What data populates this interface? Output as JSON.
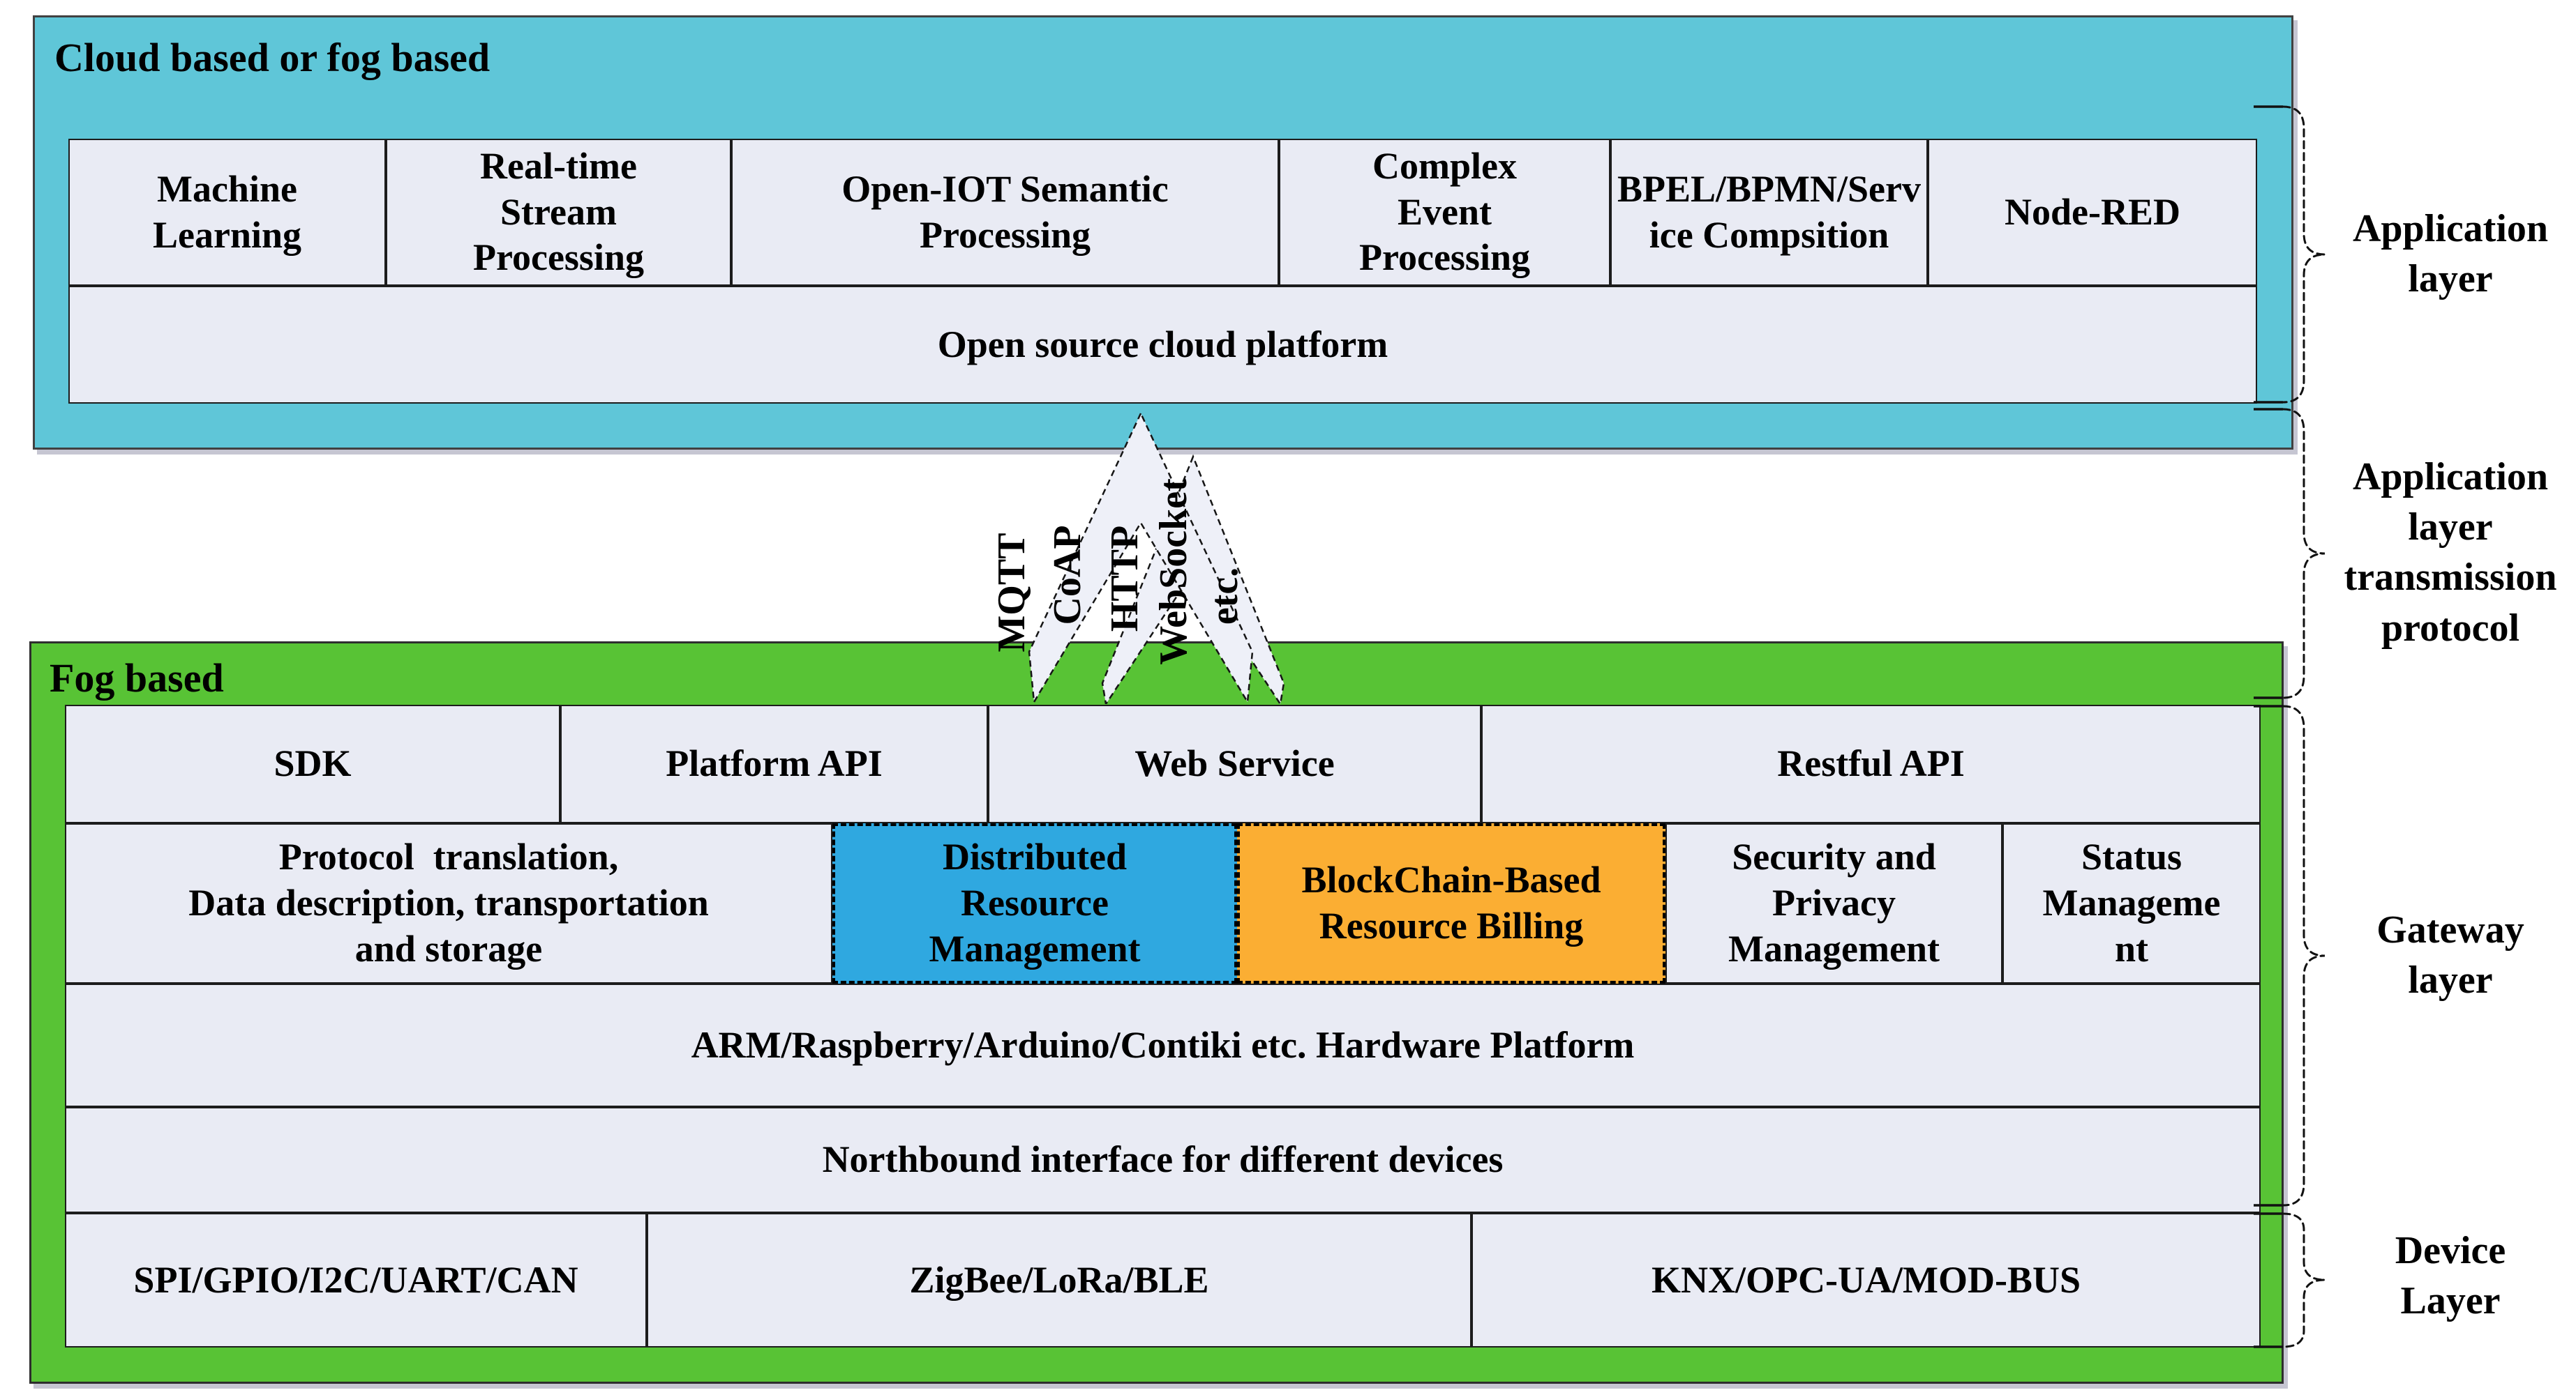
{
  "application_layer_box": {
    "title": "Cloud based or fog based",
    "cells": [
      {
        "label": "Machine\nLearning"
      },
      {
        "label": "Real-time\nStream\nProcessing"
      },
      {
        "label": "Open-IOT Semantic\nProcessing"
      },
      {
        "label": "Complex\nEvent\nProcessing"
      },
      {
        "label": "BPEL/BPMN/Serv\nice Compsition"
      },
      {
        "label": "Node-RED"
      }
    ],
    "platform_label": "Open source cloud platform"
  },
  "transport_arrow": {
    "protocols": [
      "MQTT",
      "CoAP",
      "HTTP",
      "WebSocket",
      "etc."
    ]
  },
  "fog_box": {
    "title": "Fog based",
    "api_row": [
      {
        "label": "SDK"
      },
      {
        "label": "Platform API"
      },
      {
        "label": "Web Service"
      },
      {
        "label": "Restful API"
      }
    ],
    "middleware_row": [
      {
        "label": "Protocol  translation,\nData description, transportation\nand storage"
      },
      {
        "label": "Distributed\nResource\nManagement"
      },
      {
        "label": "BlockChain-Based\nResource Billing"
      },
      {
        "label": "Security and\nPrivacy\nManagement"
      },
      {
        "label": "Status\nManageme\nnt"
      }
    ],
    "hardware_row": "ARM/Raspberry/Arduino/Contiki etc. Hardware Platform",
    "northbound_row": "Northbound interface for different devices",
    "device_row": [
      {
        "label": "SPI/GPIO/I2C/UART/CAN"
      },
      {
        "label": "ZigBee/LoRa/BLE"
      },
      {
        "label": "KNX/OPC-UA/MOD-BUS"
      }
    ]
  },
  "side_labels": [
    {
      "label": "Application\nlayer"
    },
    {
      "label": "Application\nlayer\ntransmission\nprotocol"
    },
    {
      "label": "Gateway\nlayer"
    },
    {
      "label": "Device\nLayer"
    }
  ],
  "colors": {
    "application_box_bg": "#5FC6D8",
    "fog_box_bg": "#58C335",
    "cell_bg": "#E9EBF4",
    "distributed_resource_bg": "#2FA8E0",
    "blockchain_billing_bg": "#FBAE33",
    "border": "#1C1C1C"
  }
}
